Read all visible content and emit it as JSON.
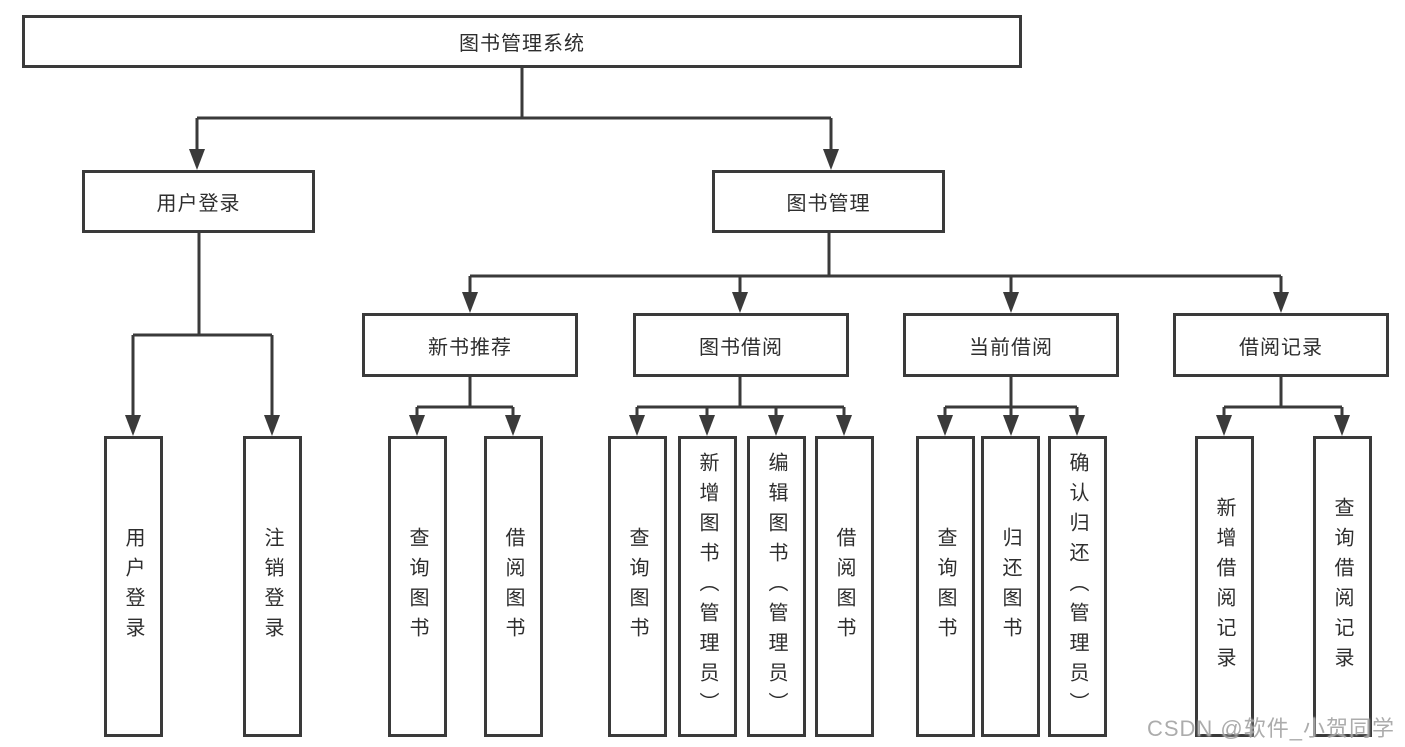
{
  "nodes": {
    "root": "图书管理系统",
    "level2": {
      "user_login": "用户登录",
      "book_mgmt": "图书管理"
    },
    "level3": {
      "new_book_rec": "新书推荐",
      "book_borrow": "图书借阅",
      "current_borrow": "当前借阅",
      "borrow_records": "借阅记录"
    },
    "leaves": [
      "用户登录",
      "注销登录",
      "查询图书",
      "借阅图书",
      "查询图书",
      "新增图书（管理员）",
      "编辑图书（管理员）",
      "借阅图书",
      "查询图书",
      "归还图书",
      "确认归还（管理员）",
      "新增借阅记录",
      "查询借阅记录"
    ]
  },
  "watermark": "CSDN @软件_小贺同学",
  "colors": {
    "line": "#3a3a3a",
    "text": "#2e2e2e",
    "watermark": "#9e9e9e",
    "background": "#ffffff"
  }
}
